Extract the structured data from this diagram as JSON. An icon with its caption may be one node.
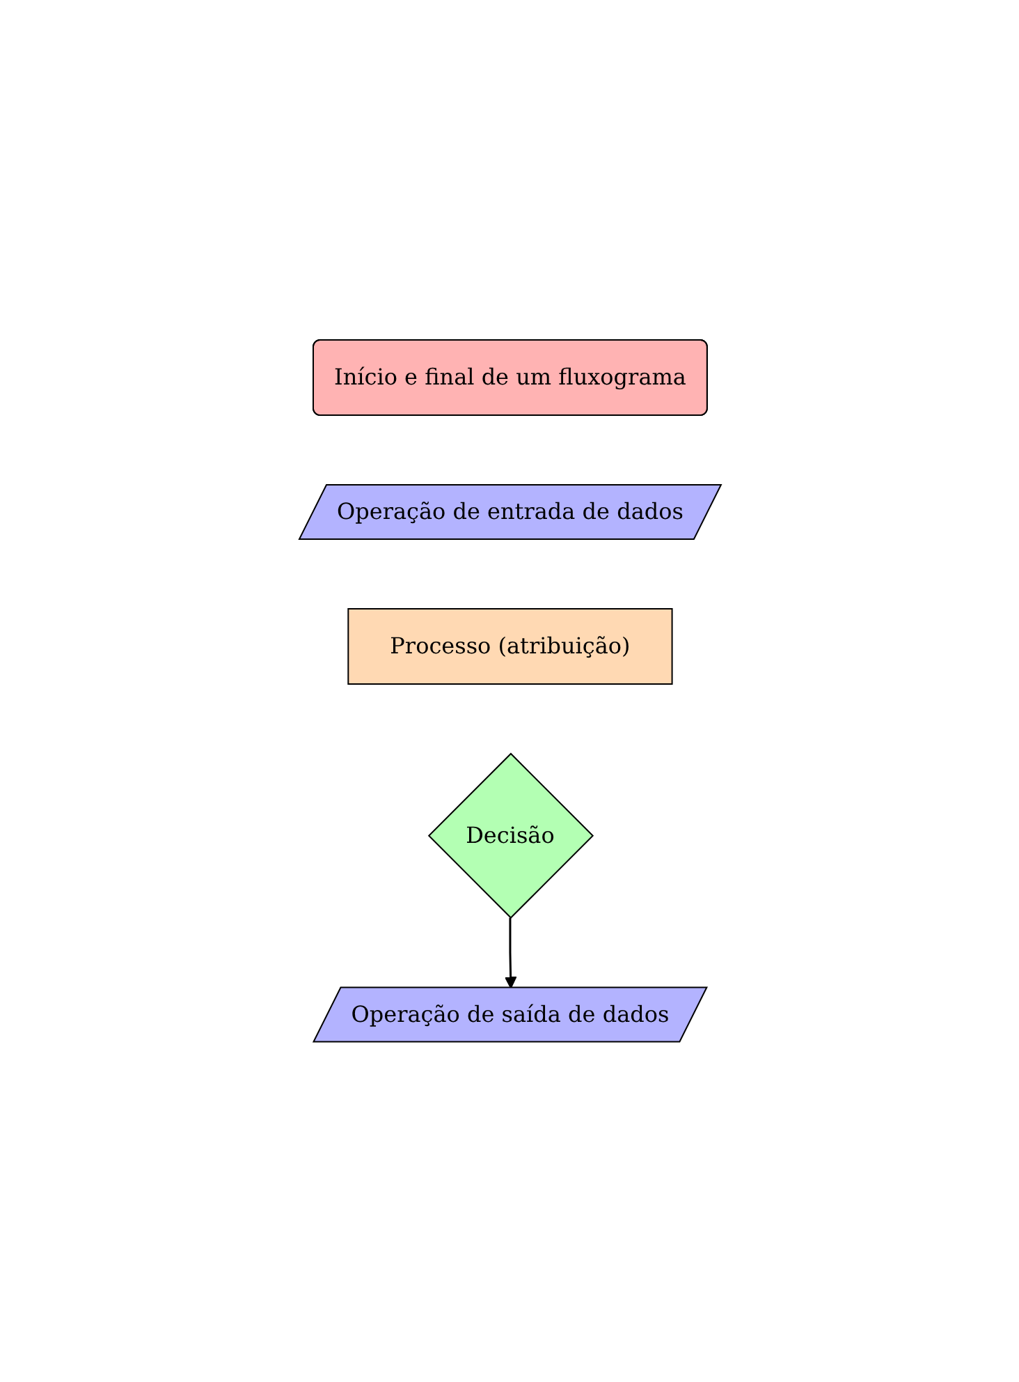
{
  "diagram": {
    "nodes": [
      {
        "text": [
          "Início e final de um fluxograma"
        ]
      },
      {
        "text": [
          "Operação de entrada de dados"
        ]
      },
      {
        "text": [
          "Processo (atribuição)"
        ]
      },
      {
        "text": [
          "Decisão"
        ]
      },
      {
        "text": [
          "Operação de saída de dados"
        ]
      }
    ],
    "edges": [
      {
        "from": 3,
        "to": 4,
        "arrow": "to"
      }
    ]
  }
}
